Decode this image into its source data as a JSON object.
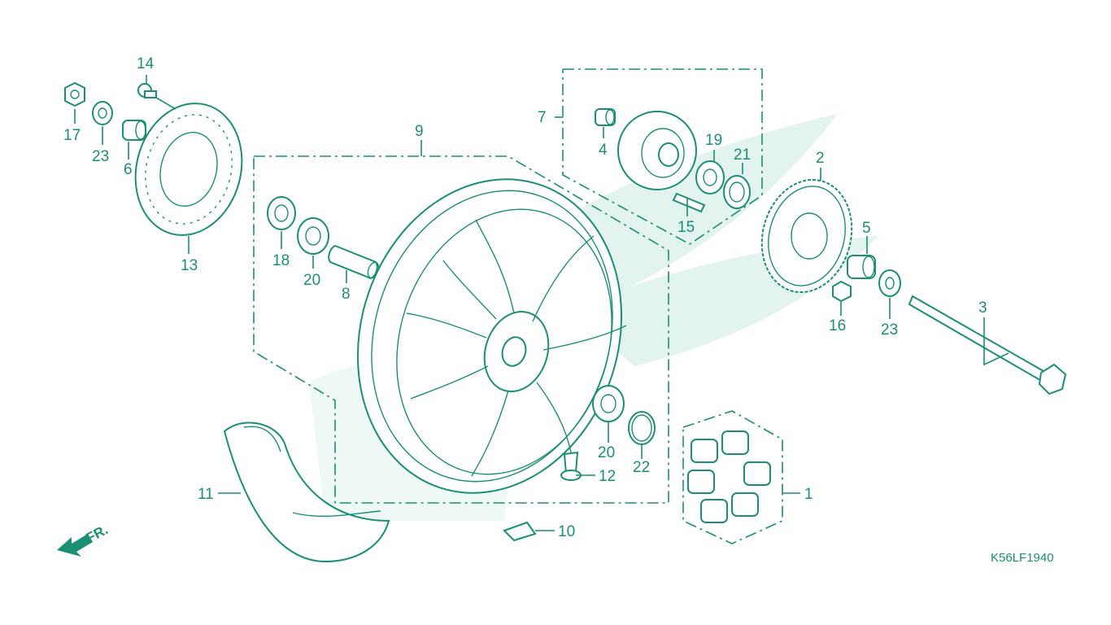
{
  "diagram": {
    "code": "K56LF1940",
    "direction_label": "FR.",
    "colors": {
      "line": "#1a8f74",
      "watermark": "#e3f3ed",
      "background": "#ffffff"
    },
    "callouts": [
      {
        "id": "c1",
        "text": "1"
      },
      {
        "id": "c2",
        "text": "2"
      },
      {
        "id": "c3",
        "text": "3"
      },
      {
        "id": "c4",
        "text": "4"
      },
      {
        "id": "c5",
        "text": "5"
      },
      {
        "id": "c6",
        "text": "6"
      },
      {
        "id": "c7",
        "text": "7"
      },
      {
        "id": "c8",
        "text": "8"
      },
      {
        "id": "c9",
        "text": "9"
      },
      {
        "id": "c10",
        "text": "10"
      },
      {
        "id": "c11",
        "text": "11"
      },
      {
        "id": "c12",
        "text": "12"
      },
      {
        "id": "c13",
        "text": "13"
      },
      {
        "id": "c14",
        "text": "14"
      },
      {
        "id": "c15",
        "text": "15"
      },
      {
        "id": "c16",
        "text": "16"
      },
      {
        "id": "c17",
        "text": "17"
      },
      {
        "id": "c18",
        "text": "18"
      },
      {
        "id": "c19",
        "text": "19"
      },
      {
        "id": "c20a",
        "text": "20"
      },
      {
        "id": "c20b",
        "text": "20"
      },
      {
        "id": "c21",
        "text": "21"
      },
      {
        "id": "c22",
        "text": "22"
      },
      {
        "id": "c23a",
        "text": "23"
      },
      {
        "id": "c23b",
        "text": "23"
      }
    ]
  }
}
